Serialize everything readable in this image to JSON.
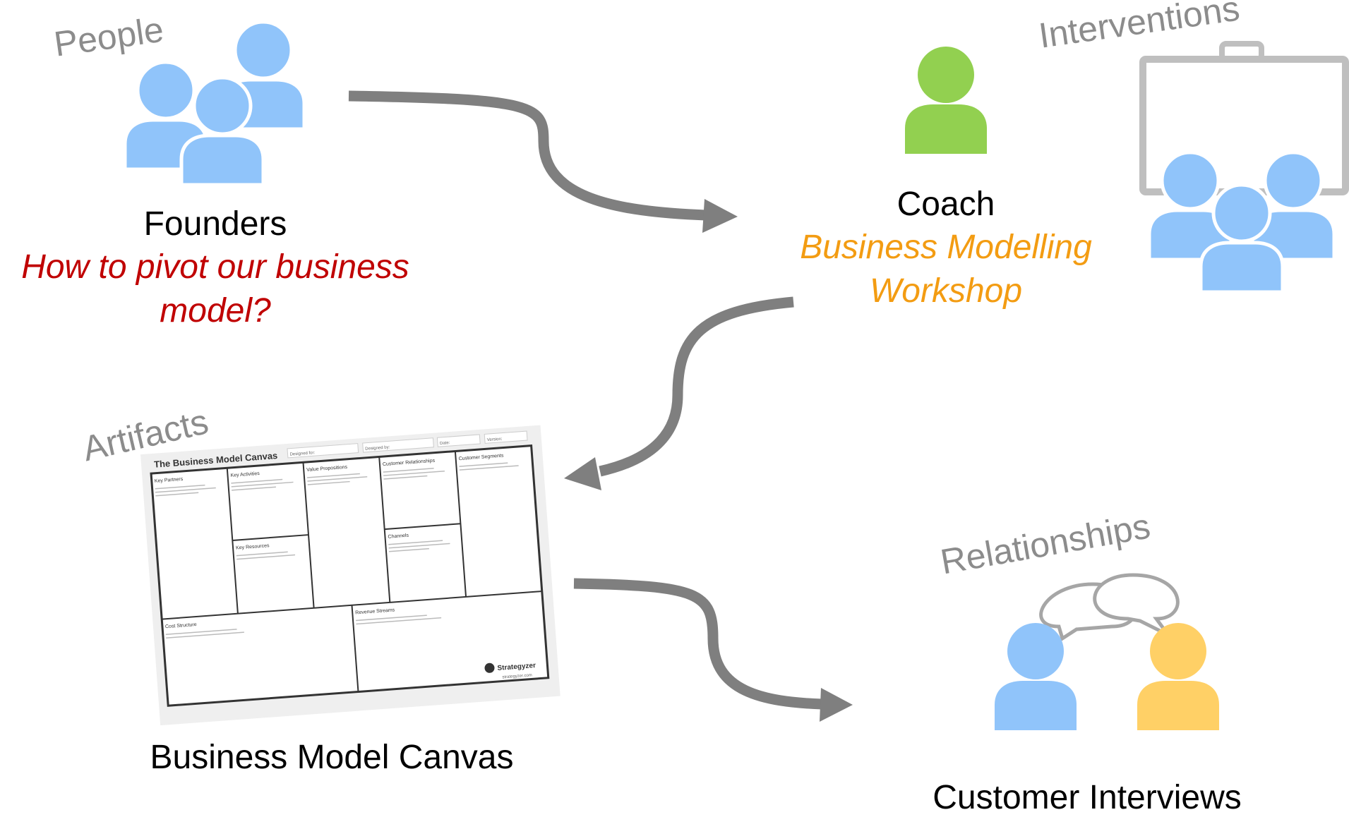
{
  "colors": {
    "people_blue": "#90C4FA",
    "coach_green": "#92D050",
    "customer_yellow": "#FFD066",
    "arrow_gray": "#7F7F7F",
    "label_gray": "#8C8C8C",
    "question_red": "#C00000",
    "workshop_orange": "#F39C12",
    "board_gray": "#BFBFBF"
  },
  "categories": {
    "people": "People",
    "interventions": "Interventions",
    "artifacts": "Artifacts",
    "relationships": "Relationships"
  },
  "founders": {
    "title": "Founders",
    "question_line1": "How to pivot our business",
    "question_line2": "model?",
    "icon": "group-people-icon"
  },
  "coach": {
    "title": "Coach",
    "workshop_line1": "Business Modelling",
    "workshop_line2": "Workshop",
    "icon": "person-icon",
    "board_icon": "whiteboard-group-icon"
  },
  "canvas": {
    "caption": "Business Model Canvas",
    "heading": "The Business Model Canvas",
    "designed_for": "Designed for:",
    "designed_by": "Designed by:",
    "date": "Date:",
    "version": "Version:",
    "blocks": {
      "key_partners": "Key Partners",
      "key_activities": "Key Activities",
      "key_resources": "Key Resources",
      "value_propositions": "Value Propositions",
      "customer_relationships": "Customer Relationships",
      "channels": "Channels",
      "customer_segments": "Customer Segments",
      "cost_structure": "Cost Structure",
      "revenue_streams": "Revenue Streams"
    },
    "brand": "Strategyzer",
    "brand_url": "strategyzer.com"
  },
  "interviews": {
    "caption": "Customer Interviews",
    "icon": "speech-bubbles-icon"
  }
}
